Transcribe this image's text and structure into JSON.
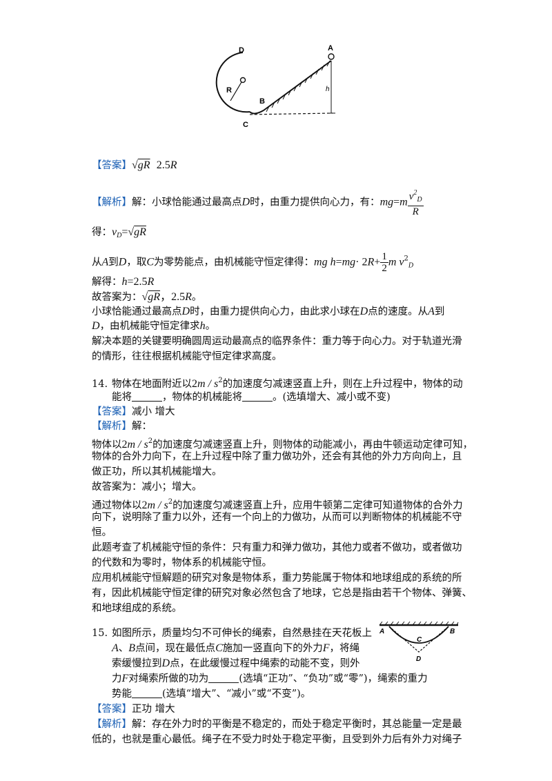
{
  "fig1": {
    "D": "D",
    "R": "R",
    "B": "B",
    "C": "C",
    "A": "A",
    "h": "h"
  },
  "fig2": {
    "A": "A",
    "B": "B",
    "C": "C",
    "D": "D"
  },
  "tags": {
    "answer": "【答案】",
    "analysis": "【解析】"
  },
  "q13": {
    "answer_rad": "gR",
    "answer_val": "2.5",
    "answer_R": "R",
    "a1": "解：小球恰能通过最高点",
    "a1_D": "D",
    "a1b": "时，由重力提供向心力，有：",
    "eq1_lhs": "mg",
    "eq1_eq": "=",
    "eq1_m": "m",
    "eq1_num": "v",
    "eq1_num_sup": "2",
    "eq1_num_sub": "D",
    "eq1_den": "R",
    "a2": "得：",
    "a2_v": "v",
    "a2_sub": "D",
    "a2_eq": "=",
    "a2_rad": "gR",
    "a3a": "从",
    "a3_A": "A",
    "a3b": "到",
    "a3_D": "D",
    "a3c": "，取",
    "a3_C": "C",
    "a3d": "为零势能点，由机械能守恒定律得：",
    "eq2a": "mg h",
    "eq2b": "=",
    "eq2c": "mg",
    "eq2d": "· 2",
    "eq2e": "R",
    "eq2f": "+",
    "eq2_num": "1",
    "eq2_den": "2",
    "eq2g": "m v",
    "eq2_sup": "2",
    "eq2_sub": "D",
    "a4": "解得：",
    "a4_h": "h",
    "a4_eq": "=2.5",
    "a4_R": "R",
    "a5": "故答案为：",
    "a5_rad": "gR",
    "a5b": "，2.5",
    "a5_R": "R",
    "a5c": "。",
    "a6a": "小球恰能通过最高点",
    "a6_D": "D",
    "a6b": "时，由重力提供向心力，由此求小球在",
    "a6_D2": "D",
    "a6c": "点的速度。从",
    "a6_A": "A",
    "a6d": "到",
    "a7_D": "D",
    "a7a": "，由机械能守恒定律求",
    "a7_h": "h",
    "a7b": "。",
    "a8": "解决本题的关键要明确圆周运动最高点的临界条件：重力等于向心力。对于轨道光滑",
    "a9": "的情形，往往根据机械能守恒定律求高度。"
  },
  "q14": {
    "num": "14.",
    "q1a": "物体在地面附近以",
    "q1_val": "2",
    "q1_unit": "m / s",
    "q1_sup": "2",
    "q1b": "的加速度匀减速竖直上升，则在上升过程中，物体的动",
    "q2a": "能将",
    "q2b": "，物体的机械能将",
    "q2c": "。(选填增大、减小或不变)",
    "answer": "减小   增大",
    "an1": "解：",
    "l1a": "物体以",
    "l1_val": "2",
    "l1_unit": "m / s",
    "l1_sup": "2",
    "l1b": "的加速度匀减速竖直上升，则物体的动能减小，再由牛顿运动定律可知，",
    "l2": "物体的合外力向下，在上升过程中除了重力做功外，还会有其他的外力方向向上，且",
    "l3": "做正功，所以其机械能增大。",
    "l4": "故答案为：减小；增大。",
    "l5a": "通过物体以",
    "l5_val": "2",
    "l5_unit": "m / s",
    "l5_sup": "2",
    "l5b": "的加速度匀减速竖直上升，应用牛顿第二定律可知道物体的合外力",
    "l6": "向下，说明除了重力以外，还有一个向上的力做功，从而可以判断物体的机械能不守",
    "l7": "恒。",
    "l8": "此题考查了机械能守恒的条件：只有重力和弹力做功，其他力或者不做功，或者做功",
    "l9": "的代数和为零时，物体系的机械能守恒。",
    "l10": "应用机械能守恒解题的研究对象是物体系，重力势能属于物体和地球组成的系统的所",
    "l11": "有，因此机械能守恒定律的研究对象必然包含了地球，它总是指由若干个物体、弹簧、",
    "l12": "和地球组成的系统。"
  },
  "q15": {
    "num": "15.",
    "q1": "如图所示，质量均匀不可伸长的绳索，自然悬挂在天花板上",
    "q2_A": "A",
    "q2a": "、",
    "q2_B": "B",
    "q2b": "点间，现在最低点",
    "q2_C": "C",
    "q2c": "施加一竖直向下的外力",
    "q2_F": "F",
    "q2d": "，将绳",
    "q3a": "索缓慢拉到",
    "q3_D": "D",
    "q3b": "点，在此缓慢过程中绳索的动能不变，则外",
    "q4a": "力",
    "q4_F": "F",
    "q4b": "对绳索所做的功为",
    "q4c": "(选填“正功”、“负功”或“零”)，绳索的重力",
    "q5a": "势能",
    "q5b": "(选填“增大”、“减小”或“不变”)。",
    "answer": "正功   增大",
    "an1": "解：存在外力时的平衡是不稳定的，而处于稳定平衡时，其总能量一定是最",
    "an2": "低的，也就是重心最低。绳子在不受力时处于稳定平衡，且受到外力后有外力对绳子"
  }
}
